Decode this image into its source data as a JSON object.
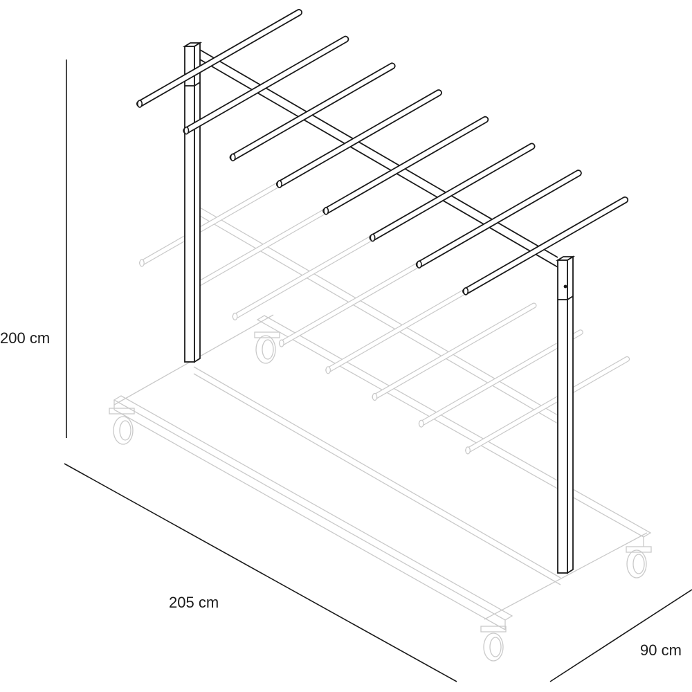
{
  "dimensions": {
    "height_label": "200 cm",
    "length_label": "205 cm",
    "depth_label": "90 cm"
  },
  "colors": {
    "line": "#1a1a1a",
    "ghost": "#c9c9c9"
  },
  "rack": {
    "hanging_rods_count": 8
  }
}
